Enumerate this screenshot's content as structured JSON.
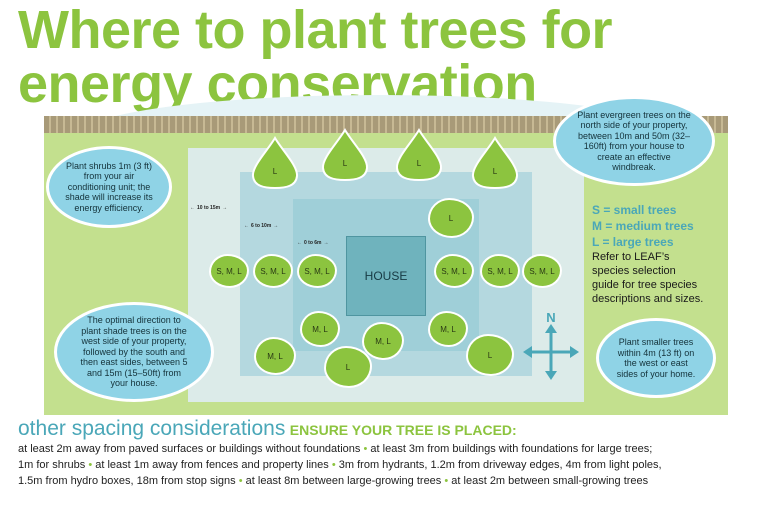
{
  "title": {
    "line1": "Where to plant trees for",
    "line2": "energy conservation"
  },
  "bubbles": {
    "shrubs": "Plant shrubs 1m (3 ft) from your air conditioning unit; the shade will increase its energy efficiency.",
    "evergreen": "Plant evergreen trees on the north side of your property, between 10m and 50m (32–160ft) from your house to create an effective windbreak.",
    "shade": "The optimal direction to plant shade trees is on the west side of your property, followed by the south and then east sides, between 5 and 15m (15–50ft) from your house.",
    "smaller": "Plant smaller trees within 4m (13 ft) on the west or east sides of your home."
  },
  "distances": {
    "outer": "10 to 15m",
    "middle": "6 to 10m",
    "inner": "0 to 6m"
  },
  "house_label": "HOUSE",
  "tree_labels": {
    "large": "L",
    "medium_large": "M, L",
    "all": "S, M, L"
  },
  "compass": {
    "north": "N"
  },
  "legend": {
    "small": "S = small trees",
    "medium": "M = medium trees",
    "large": "L = large trees",
    "note_lines": [
      "Refer to LEAF’s",
      "species selection",
      "guide for tree species",
      "descriptions and sizes."
    ]
  },
  "spacing": {
    "heading": "other spacing considerations",
    "subheading": "ENSURE YOUR TREE IS PLACED:",
    "line1_a": "at least 2m away from paved surfaces or buildings without foundations",
    "line1_b": "at least 3m from buildings with foundations for large trees;",
    "line2_a": "1m for shrubs",
    "line2_b": "at least 1m away from fences and property lines",
    "line2_c": "3m from hydrants, 1.2m from driveway edges, 4m from light poles,",
    "line3_a": "1.5m from hydro boxes, 18m from stop signs",
    "line3_b": "at least 8m between large-growing trees",
    "line3_c": "at least 2m between small-growing trees",
    "bullet": "•"
  },
  "colors": {
    "green": "#8cc43f",
    "yard": "#c3e08e",
    "bubble": "#8fd3e6",
    "teal_text": "#4aa7b8",
    "house": "#6fb3bd"
  }
}
